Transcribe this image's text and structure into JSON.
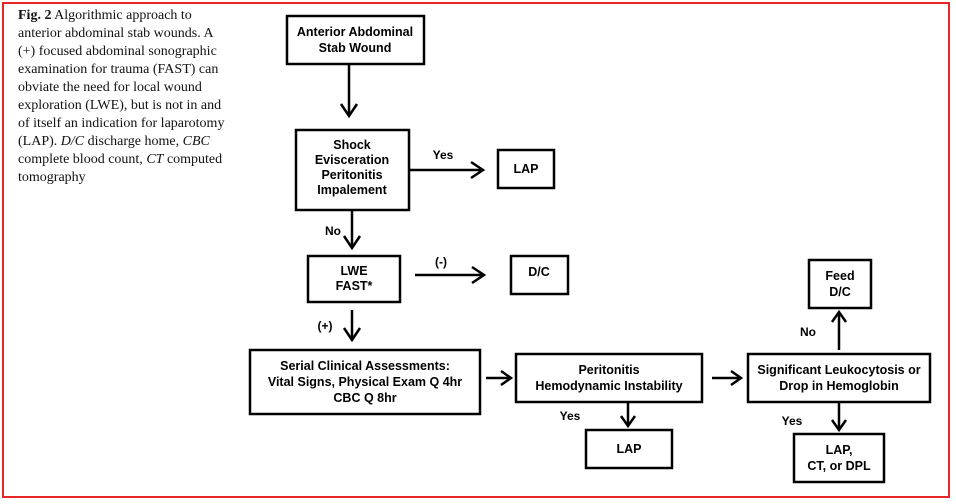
{
  "caption": {
    "fig_label": "Fig. 2",
    "part1": " Algorithmic approach to anterior abdominal stab wounds. A (+) focused abdominal sonographic examination for trauma (FAST) can obviate the need for local wound exploration (LWE), but is not in and of itself an indication for laparotomy (LAP). ",
    "abbr1": "D/C",
    "part2": " discharge home, ",
    "abbr2": "CBC",
    "part3": " complete blood count, ",
    "abbr3": "CT",
    "part4": " computed tomography"
  },
  "nodes": {
    "start": [
      "Anterior Abdominal",
      "Stab Wound"
    ],
    "shock": [
      "Shock",
      "Evisceration",
      "Peritonitis",
      "Impalement"
    ],
    "lap1": [
      "LAP"
    ],
    "lwe": [
      "LWE",
      "FAST*"
    ],
    "dc1": [
      "D/C"
    ],
    "serial": [
      "Serial Clinical Assessments:",
      "Vital Signs, Physical Exam Q 4hr",
      "CBC Q 8hr"
    ],
    "periton": [
      "Peritonitis",
      "Hemodynamic Instability"
    ],
    "lap2": [
      "LAP"
    ],
    "leuko": [
      "Significant Leukocytosis or",
      "Drop in Hemoglobin"
    ],
    "feed": [
      "Feed",
      "D/C"
    ],
    "lap3": [
      "LAP,",
      "CT, or DPL"
    ]
  },
  "edge_labels": {
    "shock_yes": "Yes",
    "shock_no": "No",
    "lwe_neg": "(-)",
    "lwe_pos": "(+)",
    "periton_yes": "Yes",
    "leuko_no": "No",
    "leuko_yes": "Yes"
  }
}
